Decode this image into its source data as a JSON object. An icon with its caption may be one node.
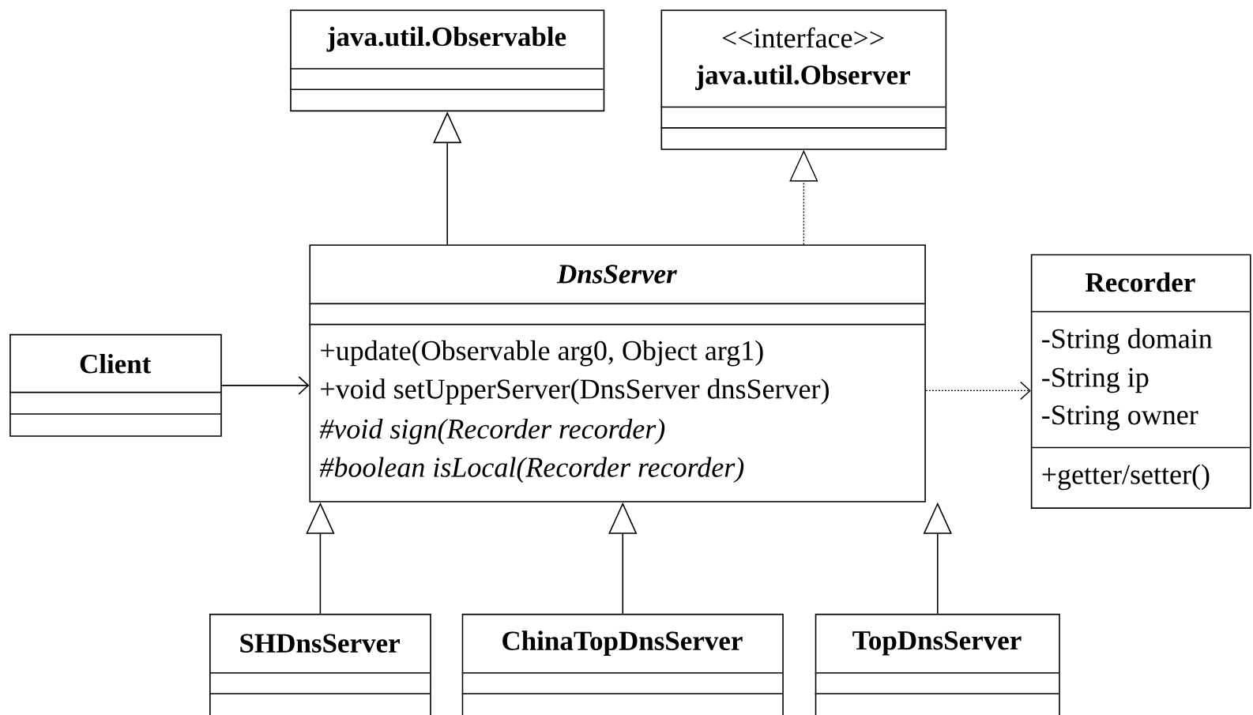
{
  "diagram": {
    "nodes": [
      {
        "text": [
          "java.util.Observable"
        ]
      },
      {
        "text": [
          "<<interface>>",
          "java.util.Observer"
        ]
      },
      {
        "text": [
          "DnsServer",
          "+update(Observable arg0, Object arg1)",
          "+void setUpperServer(DnsServer dnsServer)",
          "#void sign(Recorder recorder)",
          "#boolean isLocal(Recorder recorder)"
        ]
      },
      {
        "text": [
          "Client"
        ]
      },
      {
        "text": [
          "Recorder",
          "-String domain",
          "-String ip",
          "-String owner",
          "+getter/setter()"
        ]
      },
      {
        "text": [
          "SHDnsServer"
        ]
      },
      {
        "text": [
          "ChinaTopDnsServer"
        ]
      },
      {
        "text": [
          "TopDnsServer"
        ]
      }
    ],
    "edges": [
      {
        "from": 2,
        "to": 0,
        "arrow": "to"
      },
      {
        "from": 2,
        "to": 1,
        "arrow": "to",
        "style": "dashed"
      },
      {
        "from": 3,
        "to": 2,
        "arrow": "to"
      },
      {
        "from": 2,
        "to": 4,
        "arrow": "to",
        "style": "dashed"
      },
      {
        "from": 5,
        "to": 2,
        "arrow": "to"
      },
      {
        "from": 6,
        "to": 2,
        "arrow": "to"
      },
      {
        "from": 7,
        "to": 2,
        "arrow": "to"
      }
    ]
  }
}
